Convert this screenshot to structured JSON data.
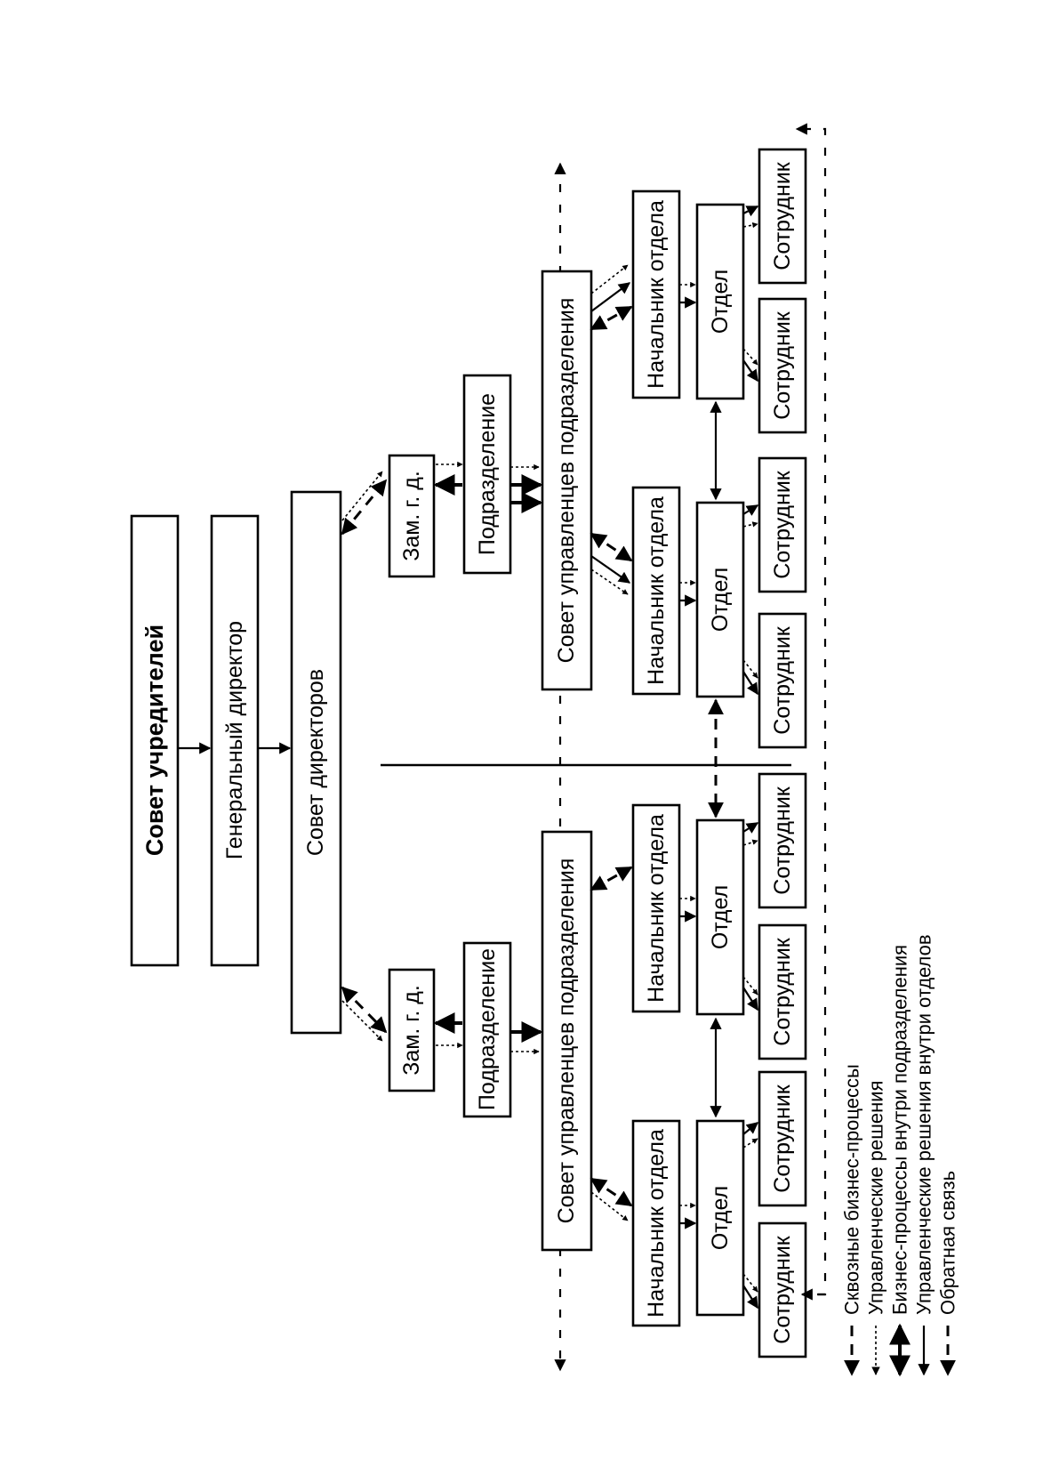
{
  "boxes": {
    "founders": "Совет учредителей",
    "gen_director": "Генеральный директор",
    "board": "Совет директоров",
    "deputy_left": "Зам. г. д.",
    "deputy_right": "Зам. г. д.",
    "division_left": "Подразделение",
    "division_right": "Подразделение",
    "council_left": "Совет управленцев подразделения",
    "council_right": "Совет управленцев подразделения",
    "head_1": "Начальник отдела",
    "head_2": "Начальник отдела",
    "head_3": "Начальник отдела",
    "head_4": "Начальник отдела",
    "dept_1": "Отдел",
    "dept_2": "Отдел",
    "dept_3": "Отдел",
    "dept_4": "Отдел",
    "emp_1": "Сотрудник",
    "emp_2": "Сотрудник",
    "emp_3": "Сотрудник",
    "emp_4": "Сотрудник",
    "emp_5": "Сотрудник",
    "emp_6": "Сотрудник",
    "emp_7": "Сотрудник",
    "emp_8": "Сотрудник"
  },
  "legend": [
    "Сквозные бизнес-процессы",
    "Управленческие решения",
    "Бизнес-процессы внутри подразделения",
    "Управленческие решения внутри отделов",
    "Обратная связь"
  ]
}
